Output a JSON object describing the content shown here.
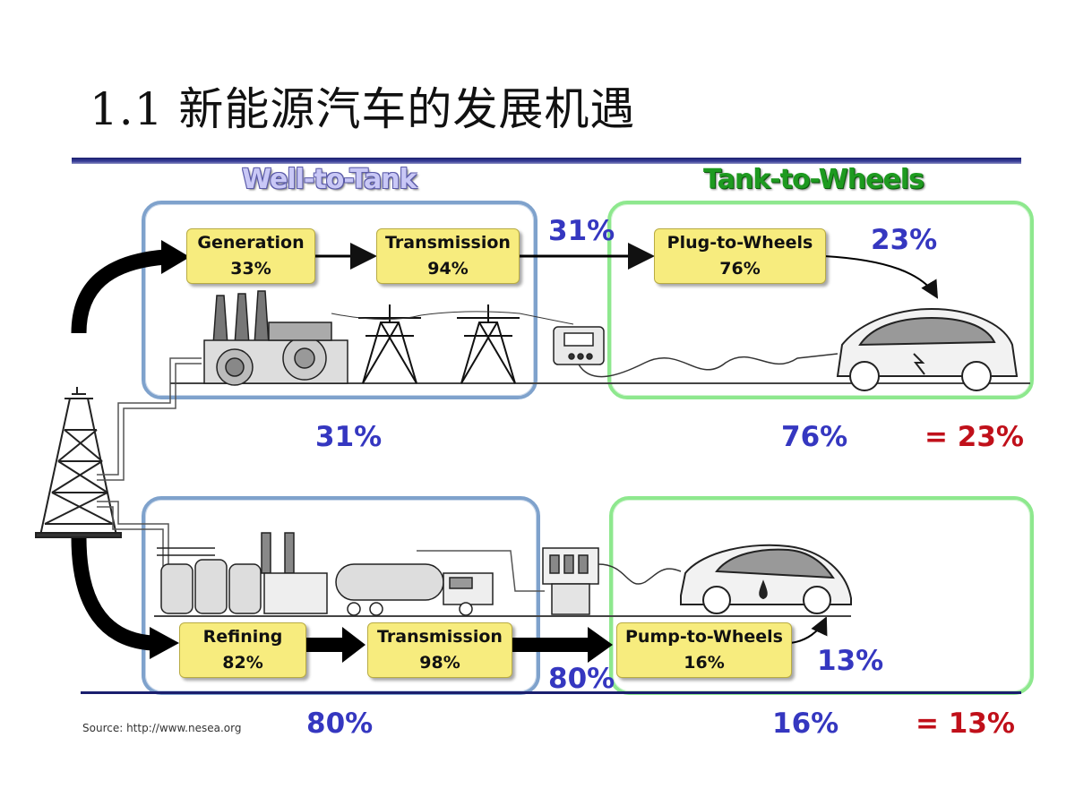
{
  "title": "1.1 新能源汽车的发展机遇",
  "sections": {
    "well_to_tank": "Well-to-Tank",
    "tank_to_wheels": "Tank-to-Wheels"
  },
  "electric_path": {
    "stages": [
      {
        "name": "Generation",
        "value": "33%"
      },
      {
        "name": "Transmission",
        "value": "94%"
      },
      {
        "name": "Plug-to-Wheels",
        "value": "76%"
      }
    ],
    "well_to_tank_result": "31%",
    "tank_to_wheels_result": "23%",
    "summary": [
      "31%",
      "76%",
      "= 23%"
    ]
  },
  "gasoline_path": {
    "stages": [
      {
        "name": "Refining",
        "value": "82%"
      },
      {
        "name": "Transmission",
        "value": "98%"
      },
      {
        "name": "Pump-to-Wheels",
        "value": "16%"
      }
    ],
    "well_to_tank_result": "80%",
    "tank_to_wheels_result": "13%",
    "summary": [
      "80%",
      "16%",
      "= 13%"
    ]
  },
  "source": "Source: http://www.nesea.org",
  "colors": {
    "blue_text": "#3537c0",
    "red_text": "#c0101a",
    "blue_frame": "#7fa2cc",
    "green_frame": "#8ee88e",
    "stage_fill": "#f7ec7e"
  }
}
